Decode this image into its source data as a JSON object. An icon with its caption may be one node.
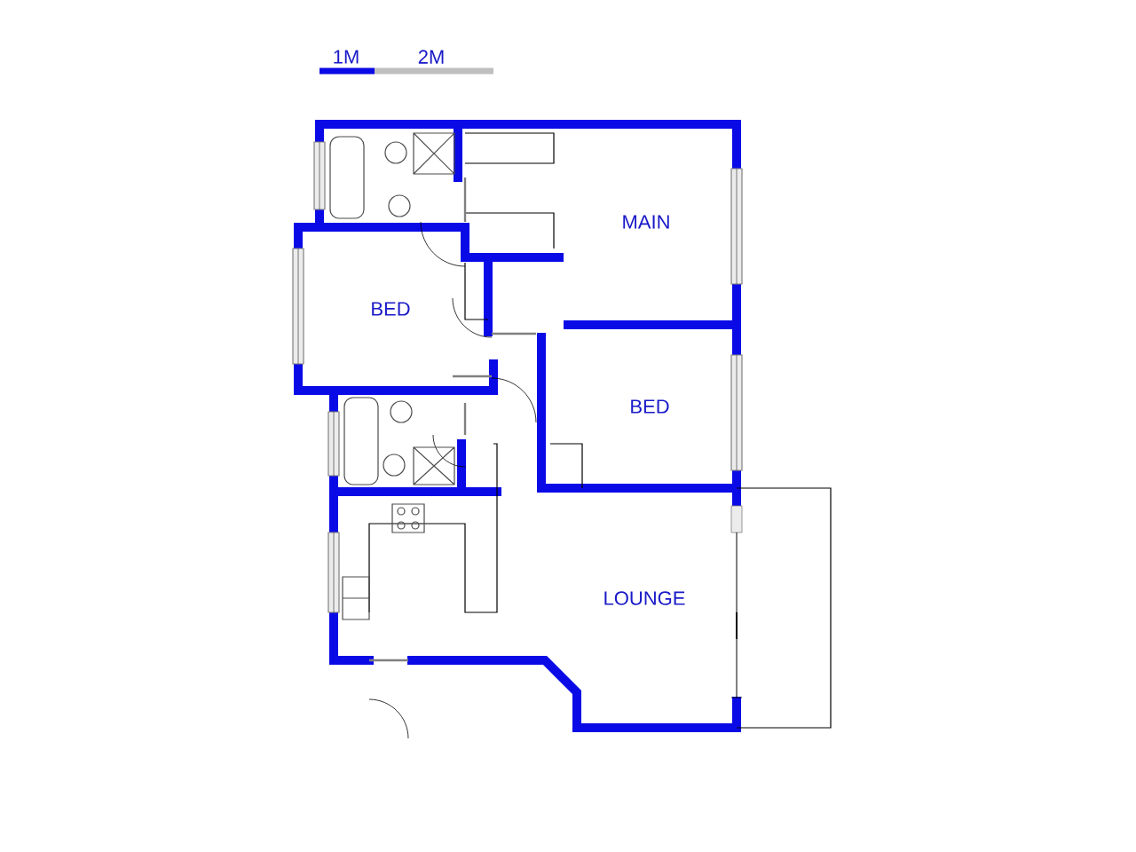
{
  "diagram": {
    "labels": [
      "1M",
      "2M",
      "MAIN",
      "BED",
      "BED",
      "LOUNGE"
    ]
  }
}
